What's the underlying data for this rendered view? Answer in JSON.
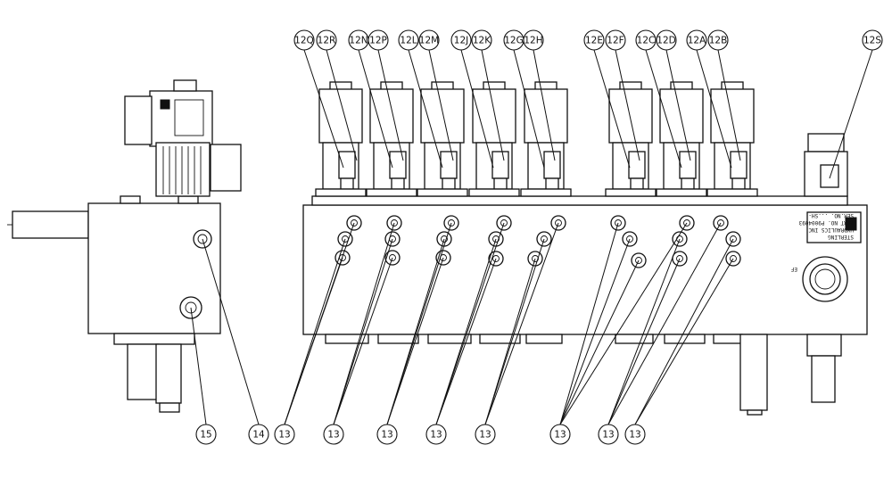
{
  "callouts": {
    "top": [
      "12Q",
      "12R",
      "12N",
      "12P",
      "12L",
      "12M",
      "12J",
      "12K",
      "12G",
      "12H",
      "12E",
      "12F",
      "12C",
      "12D",
      "12A",
      "12B",
      "12S"
    ],
    "bottom": [
      "15",
      "14",
      "13",
      "13",
      "13",
      "13",
      "13",
      "13",
      "13",
      "13"
    ]
  },
  "plate": {
    "line1": "STERLING",
    "line2": "HYDRAULICS INC",
    "line3": "PART NO. P9004093",
    "line4": "SER.NO. ...SH-"
  },
  "port_label": "EF"
}
